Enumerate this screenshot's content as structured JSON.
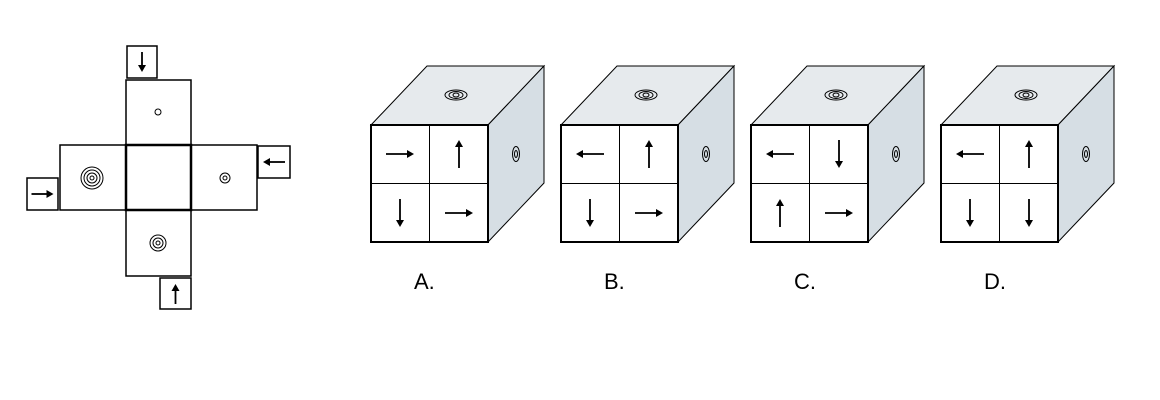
{
  "puzzle": {
    "net": {
      "outer_squares": {
        "top": "down",
        "left": "right",
        "right": "left",
        "bottom": "up"
      },
      "faces": {
        "upper": "small-dot",
        "left": "large-concentric-circles",
        "center": "blank",
        "right": "small-circle-dot",
        "lower": "medium-concentric-circles"
      }
    },
    "options": [
      {
        "label": "A.",
        "arrows": [
          "right",
          "up",
          "down",
          "right"
        ]
      },
      {
        "label": "B.",
        "arrows": [
          "left",
          "up",
          "down",
          "right"
        ]
      },
      {
        "label": "C.",
        "arrows": [
          "left",
          "down",
          "up",
          "right"
        ]
      },
      {
        "label": "D.",
        "arrows": [
          "left",
          "up",
          "down",
          "down"
        ]
      }
    ],
    "cube_top_symbol": "concentric-ellipses",
    "cube_side_symbol": "concentric-ellipses",
    "colors": {
      "line": "#000000",
      "cube_top": "#e6eaed",
      "cube_side": "#d6dee4"
    }
  }
}
